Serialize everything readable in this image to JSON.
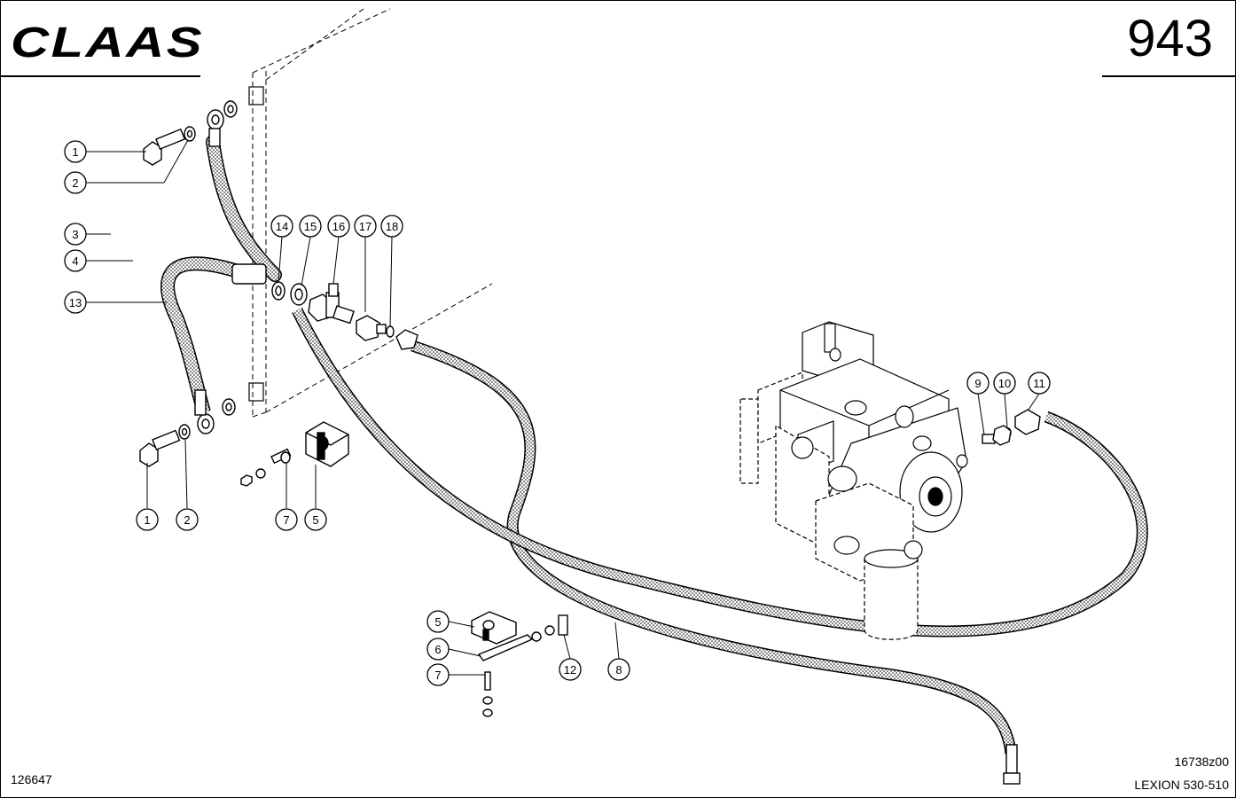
{
  "brand": {
    "name": "CLAAS"
  },
  "page": {
    "number": "943"
  },
  "footer": {
    "image_ref": "126647",
    "drawing_ref": "16738z00",
    "model": "LEXION 530-510"
  },
  "callouts": [
    {
      "id": "c1a",
      "label": "1"
    },
    {
      "id": "c2a",
      "label": "2"
    },
    {
      "id": "c3",
      "label": "3"
    },
    {
      "id": "c4",
      "label": "4"
    },
    {
      "id": "c13",
      "label": "13"
    },
    {
      "id": "c14",
      "label": "14"
    },
    {
      "id": "c15",
      "label": "15"
    },
    {
      "id": "c16",
      "label": "16"
    },
    {
      "id": "c17",
      "label": "17"
    },
    {
      "id": "c18",
      "label": "18"
    },
    {
      "id": "c1b",
      "label": "1"
    },
    {
      "id": "c2b",
      "label": "2"
    },
    {
      "id": "c7a",
      "label": "7"
    },
    {
      "id": "c5a",
      "label": "5"
    },
    {
      "id": "c9",
      "label": "9"
    },
    {
      "id": "c10",
      "label": "10"
    },
    {
      "id": "c11",
      "label": "11"
    },
    {
      "id": "c5b",
      "label": "5"
    },
    {
      "id": "c6",
      "label": "6"
    },
    {
      "id": "c7b",
      "label": "7"
    },
    {
      "id": "c12",
      "label": "12"
    },
    {
      "id": "c8",
      "label": "8"
    }
  ]
}
